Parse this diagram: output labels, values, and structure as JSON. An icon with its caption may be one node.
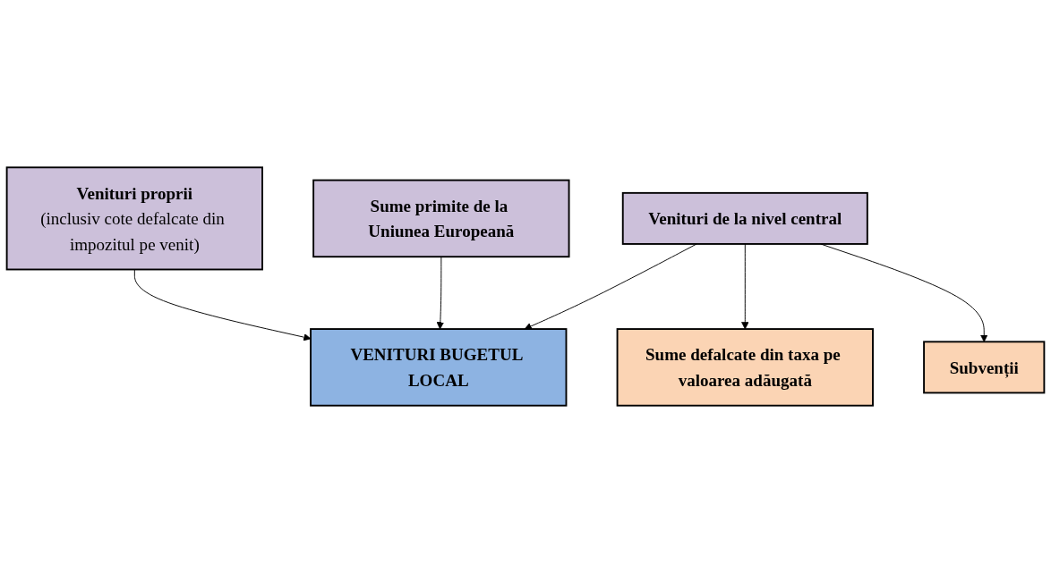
{
  "diagram": {
    "nodes": [
      {
        "text": [
          "Venituri proprii",
          "(inclusiv cote defalcate din impozitul pe venit)"
        ]
      },
      {
        "text": [
          "VENITURI BUGETUL LOCAL"
        ]
      },
      {
        "text": [
          "Sume primite de la Uniunea Europeană"
        ]
      },
      {
        "text": [
          "Venituri de la nivel central"
        ]
      },
      {
        "text": [
          "Sume defalcate din taxa pe valoarea adăugată"
        ]
      },
      {
        "text": [
          "Subvenții"
        ]
      }
    ],
    "edges": [
      {
        "from": 0,
        "to": 1,
        "arrow": "to"
      },
      {
        "from": 2,
        "to": 1,
        "arrow": "to"
      },
      {
        "from": 3,
        "to": 1,
        "arrow": "to"
      },
      {
        "from": 3,
        "to": 4,
        "arrow": "to"
      },
      {
        "from": 3,
        "to": 5,
        "arrow": "to"
      }
    ]
  }
}
